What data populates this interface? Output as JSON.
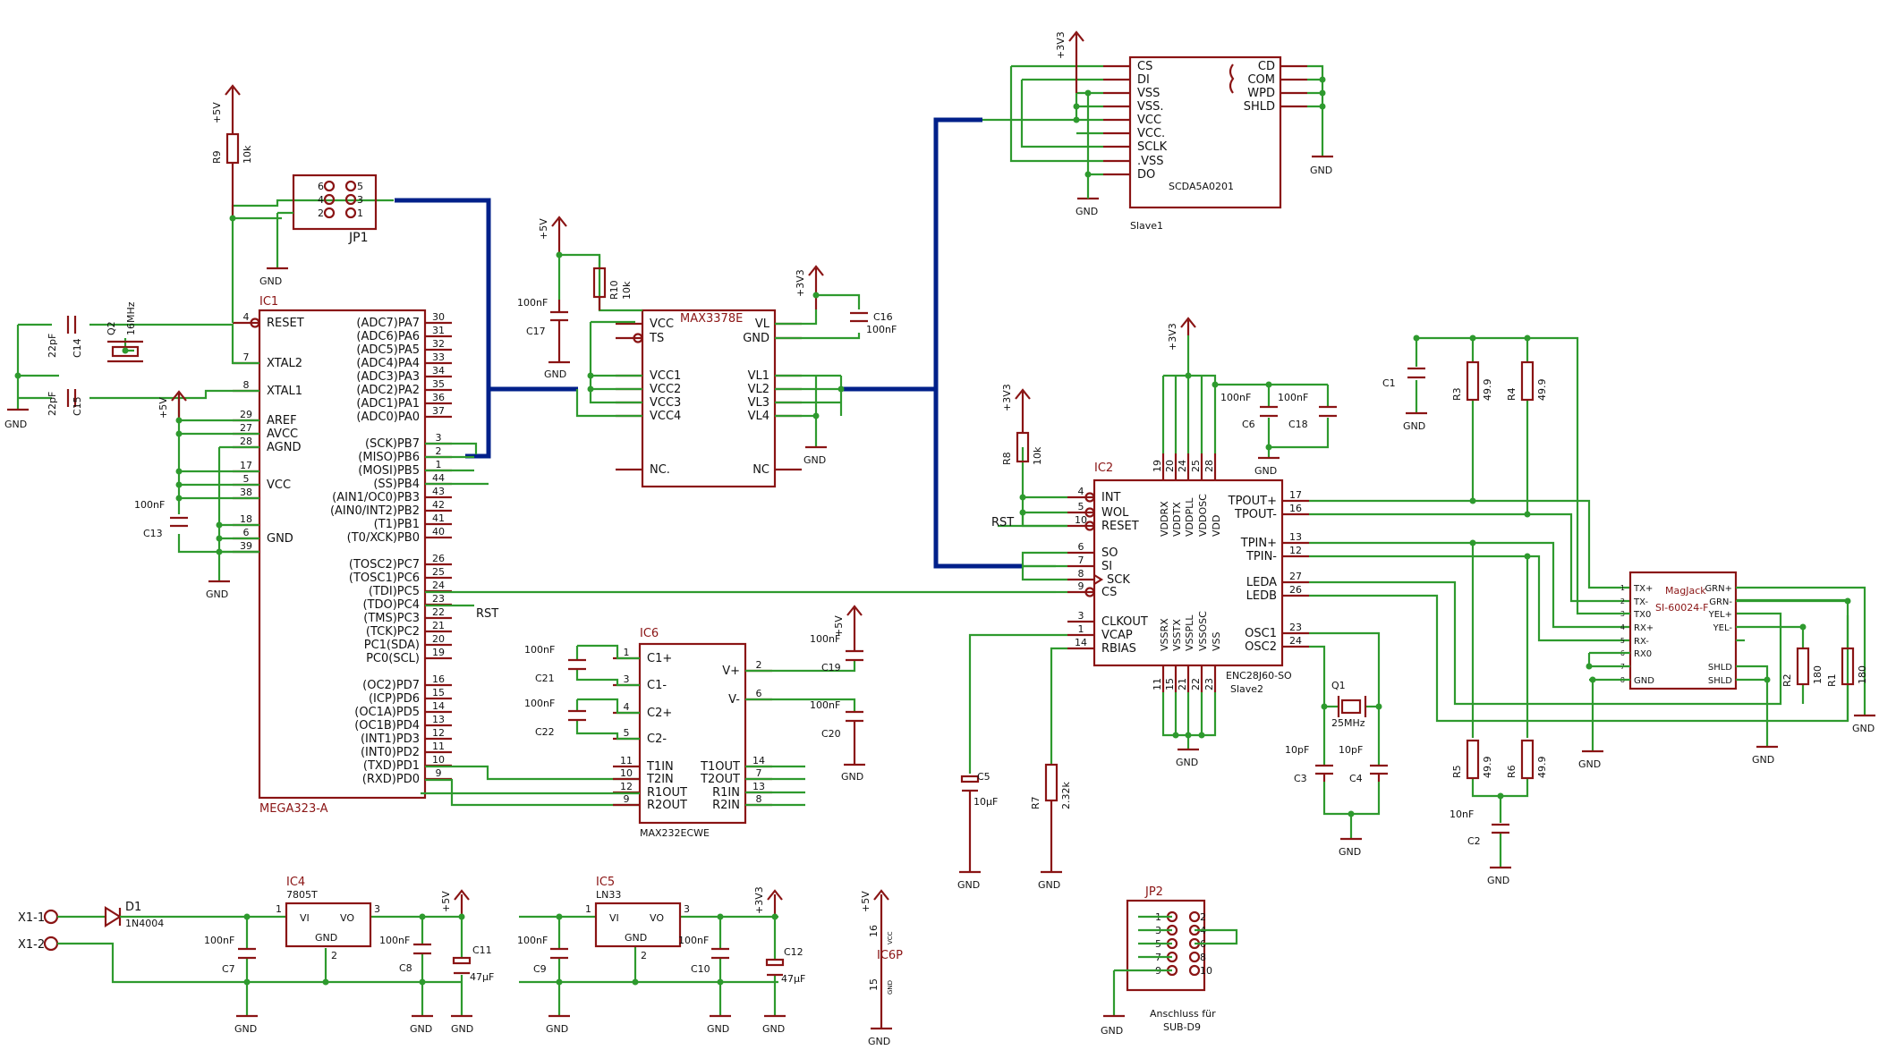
{
  "ic1": {
    "ref": "IC1",
    "part": "MEGA323-A",
    "left_pins": [
      {
        "num": "4",
        "name": "RESET",
        "inv": true
      },
      {
        "num": "7",
        "name": "XTAL2"
      },
      {
        "num": "8",
        "name": "XTAL1"
      },
      {
        "num": "29",
        "name": "AREF"
      },
      {
        "num": "27",
        "name": "AVCC"
      },
      {
        "num": "28",
        "name": "AGND"
      },
      {
        "num": "17",
        "name": ""
      },
      {
        "num": "5",
        "name": "VCC"
      },
      {
        "num": "38",
        "name": ""
      },
      {
        "num": "18",
        "name": ""
      },
      {
        "num": "6",
        "name": "GND"
      },
      {
        "num": "39",
        "name": ""
      }
    ],
    "right_pins": [
      {
        "num": "30",
        "name": "(ADC7)PA7"
      },
      {
        "num": "31",
        "name": "(ADC6)PA6"
      },
      {
        "num": "32",
        "name": "(ADC5)PA5"
      },
      {
        "num": "33",
        "name": "(ADC4)PA4"
      },
      {
        "num": "34",
        "name": "(ADC3)PA3"
      },
      {
        "num": "35",
        "name": "(ADC2)PA2"
      },
      {
        "num": "36",
        "name": "(ADC1)PA1"
      },
      {
        "num": "37",
        "name": "(ADC0)PA0"
      },
      {
        "num": "3",
        "name": "(SCK)PB7"
      },
      {
        "num": "2",
        "name": "(MISO)PB6"
      },
      {
        "num": "1",
        "name": "(MOSI)PB5"
      },
      {
        "num": "44",
        "name": "(SS)PB4"
      },
      {
        "num": "43",
        "name": "(AIN1/OC0)PB3"
      },
      {
        "num": "42",
        "name": "(AIN0/INT2)PB2"
      },
      {
        "num": "41",
        "name": "(T1)PB1"
      },
      {
        "num": "40",
        "name": "(T0/XCK)PB0"
      },
      {
        "num": "26",
        "name": "(TOSC2)PC7"
      },
      {
        "num": "25",
        "name": "(TOSC1)PC6"
      },
      {
        "num": "24",
        "name": "(TDI)PC5"
      },
      {
        "num": "23",
        "name": "(TDO)PC4"
      },
      {
        "num": "22",
        "name": "(TMS)PC3"
      },
      {
        "num": "21",
        "name": "(TCK)PC2"
      },
      {
        "num": "20",
        "name": "PC1(SDA)"
      },
      {
        "num": "19",
        "name": "PC0(SCL)"
      },
      {
        "num": "16",
        "name": "(OC2)PD7"
      },
      {
        "num": "15",
        "name": "(ICP)PD6"
      },
      {
        "num": "14",
        "name": "(OC1A)PD5"
      },
      {
        "num": "13",
        "name": "(OC1B)PD4"
      },
      {
        "num": "12",
        "name": "(INT1)PD3"
      },
      {
        "num": "11",
        "name": "(INT0)PD2"
      },
      {
        "num": "10",
        "name": "(TXD)PD1"
      },
      {
        "num": "9",
        "name": "(RXD)PD0"
      }
    ]
  },
  "max3378": {
    "part": "MAX3378E",
    "left_pins": [
      {
        "name": "VCC"
      },
      {
        "name": "TS",
        "inv": true
      },
      {
        "name": "VCC1"
      },
      {
        "name": "VCC2"
      },
      {
        "name": "VCC3"
      },
      {
        "name": "VCC4"
      },
      {
        "name": "NC."
      }
    ],
    "right_pins": [
      {
        "name": "VL"
      },
      {
        "name": "GND"
      },
      {
        "name": "VL1"
      },
      {
        "name": "VL2"
      },
      {
        "name": "VL3"
      },
      {
        "name": "VL4"
      },
      {
        "name": "NC"
      }
    ]
  },
  "slave1": {
    "part": "SCDA5A0201",
    "ref": "Slave1",
    "left_pins": [
      {
        "name": "CS"
      },
      {
        "name": "DI"
      },
      {
        "name": "VSS"
      },
      {
        "name": "VSS."
      },
      {
        "name": "VCC"
      },
      {
        "name": "VCC."
      },
      {
        "name": "SCLK"
      },
      {
        "name": ".VSS"
      },
      {
        "name": "DO"
      }
    ],
    "right_pins": [
      {
        "name": "CD"
      },
      {
        "name": "COM"
      },
      {
        "name": "WPD"
      },
      {
        "name": "SHLD"
      }
    ]
  },
  "ic2": {
    "ref": "IC2",
    "part": "ENC28J60-SO",
    "slave": "Slave2",
    "left_pins": [
      {
        "num": "4",
        "name": "INT",
        "inv": true
      },
      {
        "num": "5",
        "name": "WOL",
        "inv": true
      },
      {
        "num": "10",
        "name": "RESET",
        "inv": true
      },
      {
        "num": "6",
        "name": "SO"
      },
      {
        "num": "7",
        "name": "SI"
      },
      {
        "num": "8",
        "name": "SCK",
        "clk": true
      },
      {
        "num": "9",
        "name": "CS",
        "inv": true
      },
      {
        "num": "3",
        "name": "CLKOUT"
      },
      {
        "num": "1",
        "name": "VCAP"
      },
      {
        "num": "14",
        "name": "RBIAS"
      }
    ],
    "right_pins": [
      {
        "num": "17",
        "name": "TPOUT+"
      },
      {
        "num": "16",
        "name": "TPOUT-"
      },
      {
        "num": "13",
        "name": "TPIN+"
      },
      {
        "num": "12",
        "name": "TPIN-"
      },
      {
        "num": "27",
        "name": "LEDA"
      },
      {
        "num": "26",
        "name": "LEDB"
      },
      {
        "num": "23",
        "name": "OSC1"
      },
      {
        "num": "24",
        "name": "OSC2"
      }
    ],
    "top_pins": [
      {
        "num": "19",
        "name": "VDDRX"
      },
      {
        "num": "20",
        "name": "VDDTX"
      },
      {
        "num": "24",
        "name": "VDDPLL"
      },
      {
        "num": "25",
        "name": "VDDOSC"
      },
      {
        "num": "28",
        "name": "VDD"
      }
    ],
    "bottom_pins": [
      {
        "num": "11",
        "name": "VSSRX"
      },
      {
        "num": "15",
        "name": "VSSTX"
      },
      {
        "num": "21",
        "name": "VSSPLL"
      },
      {
        "num": "22",
        "name": "VSSOSC"
      },
      {
        "num": "23",
        "name": "VSS"
      }
    ]
  },
  "ic6": {
    "ref": "IC6",
    "part": "MAX232ECWE",
    "left_pins": [
      {
        "num": "1",
        "name": "C1+"
      },
      {
        "num": "3",
        "name": "C1-"
      },
      {
        "num": "4",
        "name": "C2+"
      },
      {
        "num": "5",
        "name": "C2-"
      },
      {
        "num": "11",
        "name": "T1IN"
      },
      {
        "num": "10",
        "name": "T2IN"
      },
      {
        "num": "12",
        "name": "R1OUT"
      },
      {
        "num": "9",
        "name": "R2OUT"
      }
    ],
    "right_pins": [
      {
        "num": "2",
        "name": "V+"
      },
      {
        "num": "6",
        "name": "V-"
      },
      {
        "num": "14",
        "name": "T1OUT"
      },
      {
        "num": "7",
        "name": "T2OUT"
      },
      {
        "num": "13",
        "name": "R1IN"
      },
      {
        "num": "8",
        "name": "R2IN"
      }
    ]
  },
  "magjack": {
    "brand": "MagJack",
    "part": "SI-60024-F",
    "left_pins": [
      {
        "num": "1",
        "name": "TX+"
      },
      {
        "num": "2",
        "name": "TX-"
      },
      {
        "num": "3",
        "name": "TX0"
      },
      {
        "num": "4",
        "name": "RX+"
      },
      {
        "num": "5",
        "name": "RX-"
      },
      {
        "num": "6",
        "name": "RX0"
      },
      {
        "num": "7",
        "name": ""
      },
      {
        "num": "8",
        "name": "GND"
      }
    ],
    "right_pins": [
      {
        "name": "GRN+"
      },
      {
        "name": "GRN-"
      },
      {
        "name": "YEL+"
      },
      {
        "name": "YEL-"
      },
      {
        "name": "SHLD"
      },
      {
        "name": "SHLD"
      }
    ]
  },
  "ic4": {
    "ref": "IC4",
    "part": "7805T",
    "vi": "VI",
    "vo": "VO",
    "gnd": "GND",
    "pin1": "1",
    "pin2": "2",
    "pin3": "3"
  },
  "ic5": {
    "ref": "IC5",
    "part": "LN33",
    "vi": "VI",
    "vo": "VO",
    "gnd": "GND",
    "pin1": "1",
    "pin2": "2",
    "pin3": "3"
  },
  "jp1": {
    "ref": "JP1",
    "pins": [
      "6",
      "4",
      "2",
      "5",
      "3",
      "1"
    ]
  },
  "jp2": {
    "ref": "JP2",
    "pins": [
      "1",
      "3",
      "5",
      "7",
      "9",
      "2",
      "4",
      "6",
      "8",
      "10"
    ],
    "label1": "Anschluss für",
    "label2": "SUB-D9"
  },
  "ic6p": {
    "ref": "IC6P",
    "pin_top": "16",
    "pin_bottom": "15",
    "vcc": "VCC",
    "gnd": "GND"
  },
  "crystal_q2": {
    "ref": "Q2",
    "value": "16MHz"
  },
  "crystal_q1": {
    "ref": "Q1",
    "value": "25MHz"
  },
  "d1": {
    "ref": "D1",
    "value": "1N4004"
  },
  "terminals": [
    "X1-1",
    "X1-2"
  ],
  "net_rst": "RST",
  "resistors": [
    {
      "ref": "R9",
      "value": "10k"
    },
    {
      "ref": "R10",
      "value": "10k"
    },
    {
      "ref": "R8",
      "value": "10k"
    },
    {
      "ref": "R7",
      "value": "2.32k"
    },
    {
      "ref": "R3",
      "value": "49.9"
    },
    {
      "ref": "R4",
      "value": "49.9"
    },
    {
      "ref": "R5",
      "value": "49.9"
    },
    {
      "ref": "R6",
      "value": "49.9"
    },
    {
      "ref": "R2",
      "value": "180"
    },
    {
      "ref": "R1",
      "value": "180"
    }
  ],
  "caps": [
    {
      "ref": "C14",
      "value": "22pF"
    },
    {
      "ref": "C15",
      "value": "22pF"
    },
    {
      "ref": "C13",
      "value": "100nF"
    },
    {
      "ref": "C17",
      "value": "100nF"
    },
    {
      "ref": "C16",
      "value": "100nF"
    },
    {
      "ref": "C21",
      "value": "100nF"
    },
    {
      "ref": "C22",
      "value": "100nF"
    },
    {
      "ref": "C19",
      "value": "100nF"
    },
    {
      "ref": "C20",
      "value": "100nF"
    },
    {
      "ref": "C6",
      "value": "100nF"
    },
    {
      "ref": "C18",
      "value": "100nF"
    },
    {
      "ref": "C1",
      "value": ""
    },
    {
      "ref": "C3",
      "value": "10pF"
    },
    {
      "ref": "C4",
      "value": "10pF"
    },
    {
      "ref": "C2",
      "value": "10nF"
    },
    {
      "ref": "C5",
      "value": "10µF"
    },
    {
      "ref": "C7",
      "value": "100nF"
    },
    {
      "ref": "C8",
      "value": "100nF"
    },
    {
      "ref": "C11",
      "value": "47µF"
    },
    {
      "ref": "C9",
      "value": "100nF"
    },
    {
      "ref": "C10",
      "value": "100nF"
    },
    {
      "ref": "C12",
      "value": "47µF"
    }
  ],
  "supplies": {
    "v5": "+5V",
    "v33": "+3V3",
    "gnd": "GND"
  }
}
